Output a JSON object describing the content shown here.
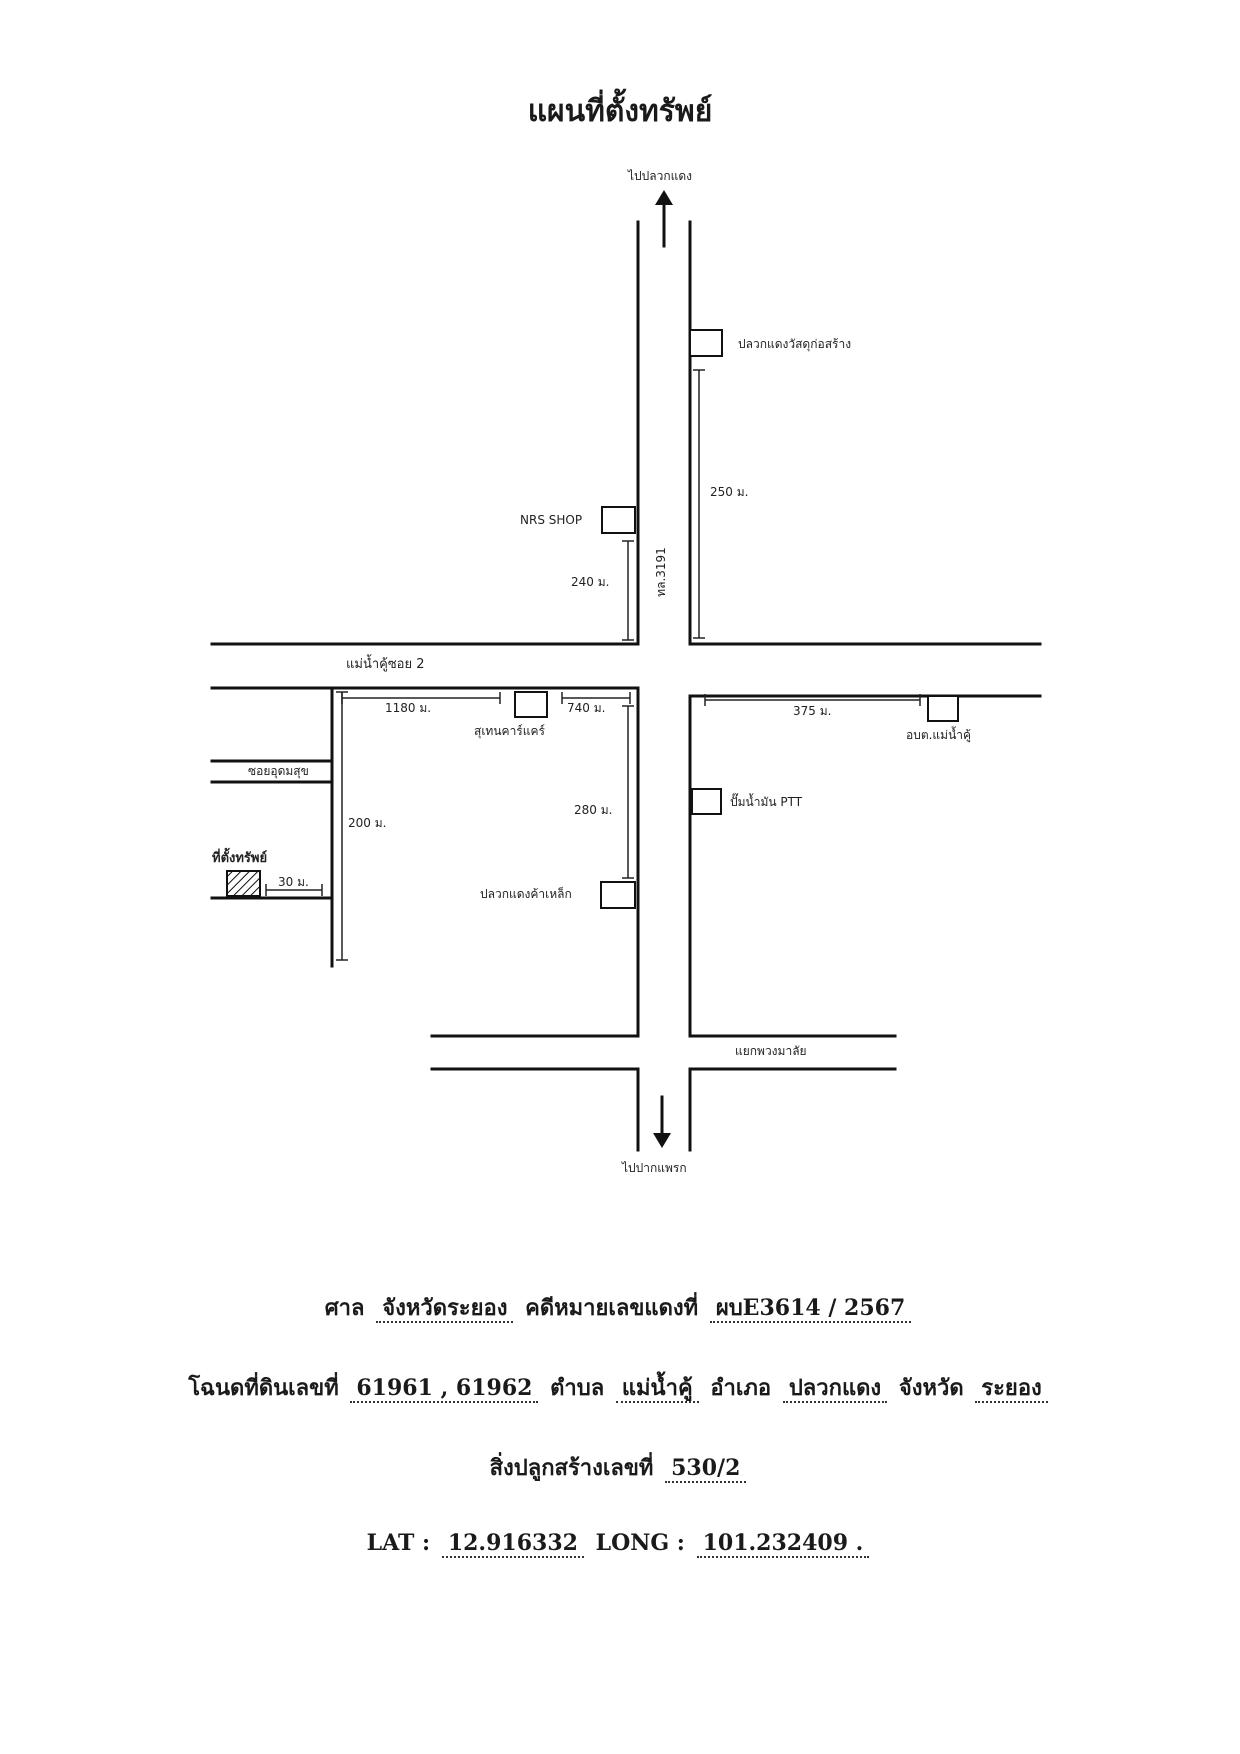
{
  "title": "แผนที่ตั้งทรัพย์",
  "map": {
    "to_north": "ไปปลวกแดง",
    "to_south": "ไปปากแพรก",
    "main_road": "ทล.3191",
    "road_west_top": "แม่น้ำคู้ซอย 2",
    "road_soi": "ซอยอุดมสุข",
    "road_south_junction": "แยกพวงมาลัย",
    "subject_property": "ที่ตั้งทรัพย์",
    "landmarks": {
      "plaukdaeng_materials": "ปลวกแดงวัสดุก่อสร้าง",
      "nrs_shop": "NRS SHOP",
      "suthen_carcare": "สุเทนคาร์แคร์",
      "abt_maenamkhu": "อบต.แม่น้ำคู้",
      "ptt_station": "ปั๊มน้ำมัน PTT",
      "plaukdaeng_steel": "ปลวกแดงค้าเหล็ก"
    },
    "distances": {
      "d250": "250 ม.",
      "d240": "240 ม.",
      "d1180": "1180 ม.",
      "d740": "740 ม.",
      "d375": "375  ม.",
      "d280": "280 ม.",
      "d200": "200 ม.",
      "d30": "30 ม."
    }
  },
  "info": {
    "court_label": "ศาล",
    "court_value": "จังหวัดระยอง",
    "case_label": "คดีหมายเลขแดงที่",
    "case_value": "ผบE3614 / 2567",
    "deed_label": "โฉนดที่ดินเลขที่",
    "deed_value": "61961 , 61962",
    "tambon_label": "ตำบล",
    "tambon_value": "แม่น้ำคู้",
    "amphoe_label": "อำเภอ",
    "amphoe_value": "ปลวกแดง",
    "province_label": "จังหวัด",
    "province_value": "ระยอง",
    "building_label": "สิ่งปลูกสร้างเลขที่",
    "building_value": "530/2",
    "lat_label": "LAT :",
    "lat_value": "12.916332",
    "long_label": "LONG :",
    "long_value": "101.232409 ."
  }
}
